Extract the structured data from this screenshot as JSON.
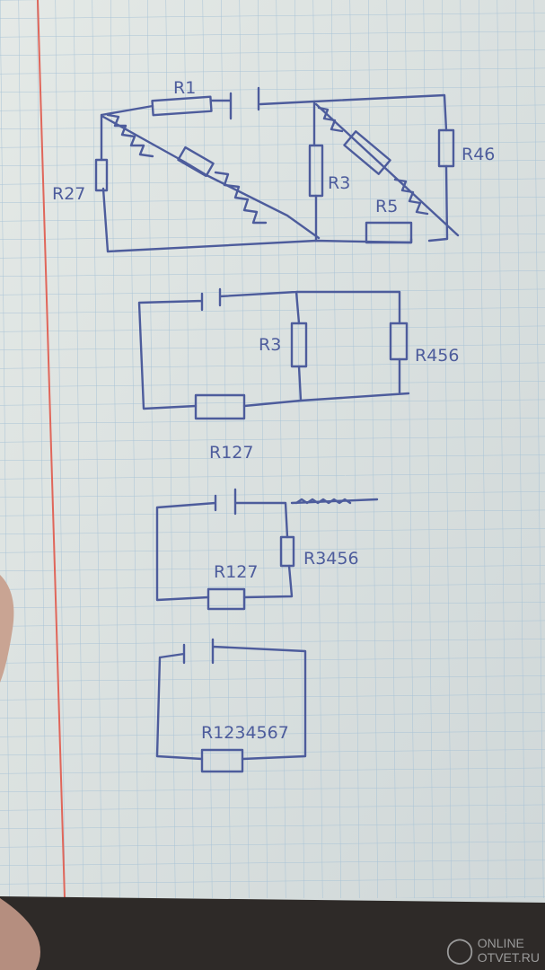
{
  "diagrams": [
    {
      "name": "original-circuit",
      "labels": [
        "R1",
        "R27",
        "R3",
        "R5",
        "R46"
      ]
    },
    {
      "name": "step-2-circuit",
      "labels": [
        "R3",
        "R456",
        "R127"
      ]
    },
    {
      "name": "step-3-circuit",
      "labels": [
        "R127",
        "R3456"
      ]
    },
    {
      "name": "step-4-circuit",
      "labels": [
        "R1234567"
      ]
    }
  ],
  "watermark": {
    "line1": "ONLINE",
    "line2": "OTVET.RU"
  },
  "colors": {
    "ink": "#4d5c9c",
    "paper": "#d9e0df",
    "grid": "#a9c3d6",
    "margin": "#e0665a",
    "table": "#2e2a28"
  }
}
